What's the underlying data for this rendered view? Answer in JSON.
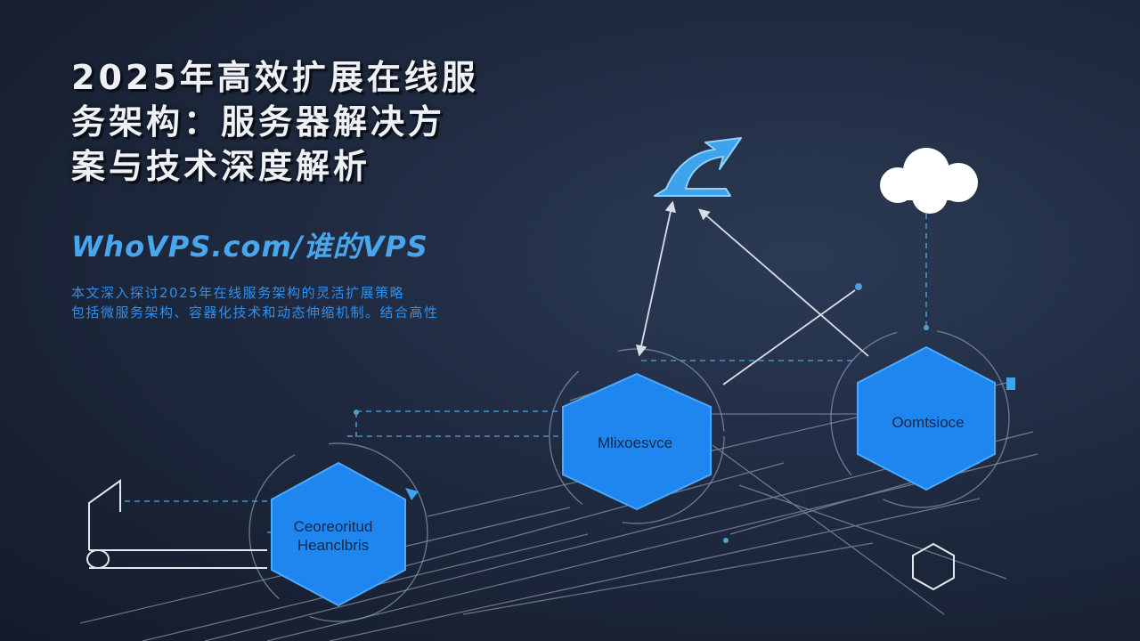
{
  "title_lines": [
    "2025年高效扩展在线服",
    "务架构：服务器解决方",
    "案与技术深度解析"
  ],
  "brand": "WhoVPS.com/谁的VPS",
  "description_lines": [
    "本文深入探讨2025年在线服务架构的灵活扩展策略",
    "包括微服务架构、容器化技术和动态伸缩机制。结合高性"
  ],
  "nodes": {
    "left": [
      "Ceoreoritud",
      "Heanclbris"
    ],
    "middle": "Mlixoesvce",
    "right": "Oomtsioce"
  },
  "icons": [
    "curved-arrow-icon",
    "cloud-icon",
    "hexagon-outline-icon"
  ],
  "colors": {
    "background": "#1f2a40",
    "title": "#eef1f6",
    "brand": "#4aa6ec",
    "description": "#2f8fea",
    "node_fill": "#1f86ef",
    "line": "#c9d3df",
    "dashed": "#4e9fd8"
  }
}
